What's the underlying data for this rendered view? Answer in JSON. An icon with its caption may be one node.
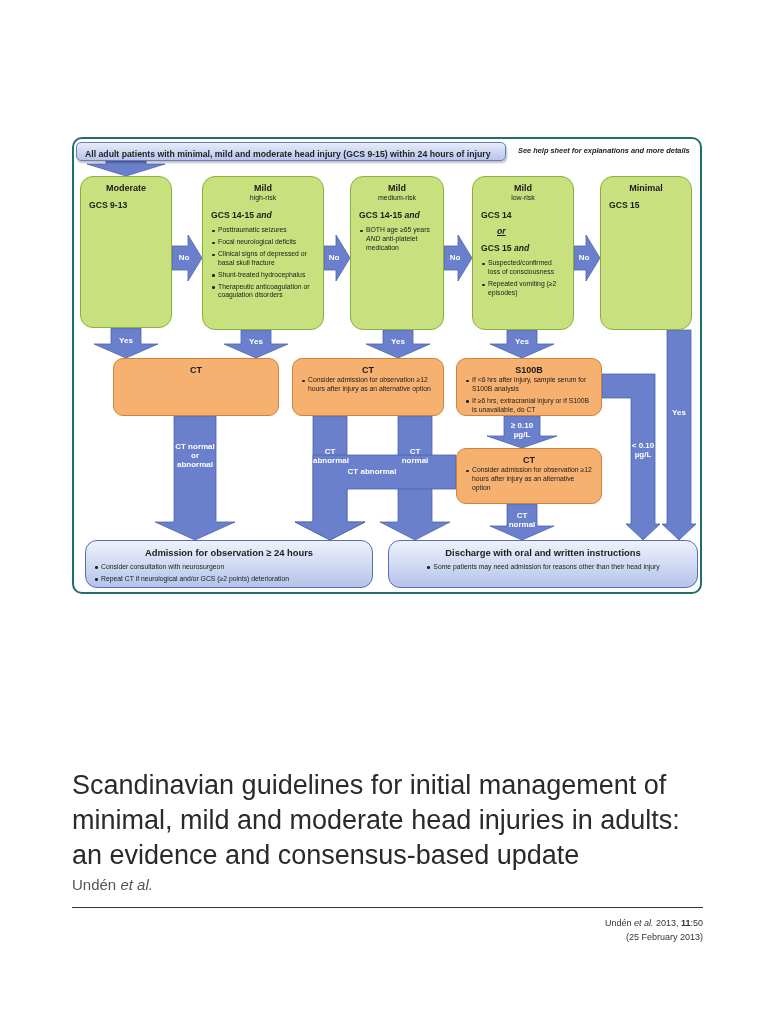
{
  "diagram": {
    "title": "Scandinavian guidelines for initial management of minimal, mild and moderate head injuries in adults: an evidence and consensus-based update",
    "nodes": [
      {
        "text": [
          "All adult patients with minimal, mild and moderate head injury (GCS 9-15) within 24 hours of injury"
        ]
      },
      {
        "text": [
          "Moderate",
          "GCS 9-13"
        ]
      },
      {
        "text": [
          "Mild",
          "high-risk",
          "GCS 14-15 *and*",
          "Posttraumatic seizures",
          "Focal neurological deficits",
          "Clinical signs of depressed or basal skull fracture",
          "Shunt-treated hydrocephalus",
          "Therapeutic anticoagulation or coagulation disorders"
        ]
      },
      {
        "text": [
          "Mild",
          "medium-risk",
          "GCS 14-15 *and*",
          "BOTH age ≥65 years *AND* anti-platelet medication"
        ]
      },
      {
        "text": [
          "Mild",
          "low-risk",
          "GCS 14",
          "or",
          "GCS 15 *and*",
          "Suspected/confirmed loss of consciousness",
          "Repeated vomiting (≥2 episodes)"
        ]
      },
      {
        "text": [
          "Minimal",
          "GCS 15"
        ]
      },
      {
        "text": [
          "CT"
        ]
      },
      {
        "text": [
          "CT",
          "Consider admission for observation ≥12 hours after injury as an alternative option"
        ]
      },
      {
        "text": [
          "S100B",
          "If <6 hrs after injury, sample serum for S100B analysis",
          "If ≥6 hrs, extracranial injury or if S100B is unavailable, do CT"
        ]
      },
      {
        "text": [
          "CT",
          "Consider admission for observation ≥12 hours after injury as an alternative option"
        ]
      },
      {
        "text": [
          "Admission for observation ≥ 24 hours",
          "Consider consultation with neurosurgeon",
          "Repeat CT if neurological and/or GCS (≥2 points) deterioration"
        ]
      },
      {
        "text": [
          "Discharge with oral and written instructions",
          "Some patients may need admission for reasons other than their head injury"
        ]
      }
    ],
    "edges": [
      {
        "from": 0,
        "to": 1,
        "arrow": "to"
      },
      {
        "from": 1,
        "to": 2,
        "arrow": "to",
        "label": "No"
      },
      {
        "from": 2,
        "to": 3,
        "arrow": "to",
        "label": "No"
      },
      {
        "from": 3,
        "to": 4,
        "arrow": "to",
        "label": "No"
      },
      {
        "from": 4,
        "to": 5,
        "arrow": "to",
        "label": "No"
      },
      {
        "from": 1,
        "to": 6,
        "arrow": "to",
        "label": "Yes"
      },
      {
        "from": 2,
        "to": 6,
        "arrow": "to",
        "label": "Yes"
      },
      {
        "from": 3,
        "to": 7,
        "arrow": "to",
        "label": "Yes"
      },
      {
        "from": 4,
        "to": 8,
        "arrow": "to",
        "label": "Yes"
      },
      {
        "from": 5,
        "to": 11,
        "arrow": "to",
        "label": "Yes"
      },
      {
        "from": 6,
        "to": 10,
        "arrow": "to",
        "label": "CT normal or abnormal"
      },
      {
        "from": 7,
        "to": 10,
        "arrow": "to",
        "label": "CT abnormal"
      },
      {
        "from": 7,
        "to": 11,
        "arrow": "to",
        "label": "CT normal"
      },
      {
        "from": 8,
        "to": 9,
        "arrow": "to",
        "label": "≥ 0.10 µg/L"
      },
      {
        "from": 8,
        "to": 11,
        "arrow": "to",
        "label": "< 0.10 µg/L"
      },
      {
        "from": 9,
        "to": 10,
        "arrow": "to",
        "label": "CT abnormal"
      },
      {
        "from": 9,
        "to": 11,
        "arrow": "to",
        "label": "CT normal"
      }
    ],
    "labels": [
      "See help sheet for explanations and more details",
      "Undén *et al.*",
      "Undén *et al.* 2013, **11**:50",
      "(25 February 2013)"
    ]
  }
}
